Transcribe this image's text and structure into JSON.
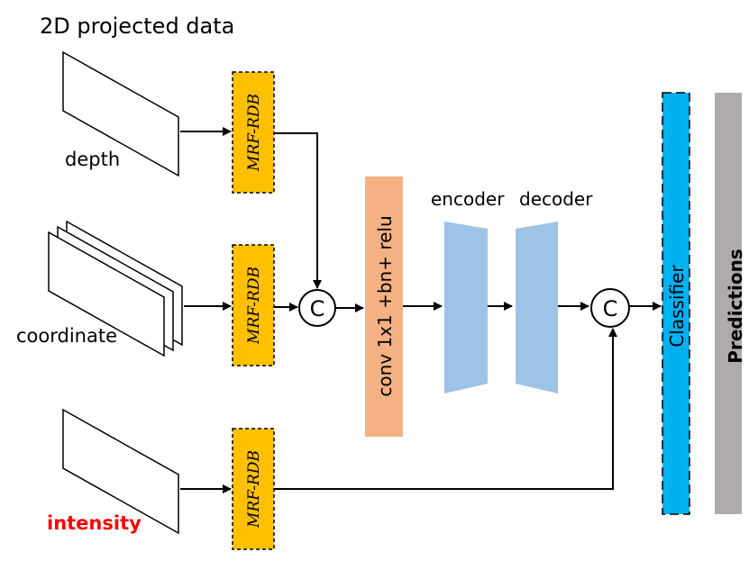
{
  "title": "2D projected data",
  "inputs": {
    "depth": "depth",
    "coordinate": "coordinate",
    "intensity": "intensity"
  },
  "block_label": "MRF-RDB",
  "concat_label": "C",
  "conv_label": "conv 1x1 +bn+ relu",
  "encoder_label": "encoder",
  "decoder_label": "decoder",
  "classifier_label": "Classifier",
  "predictions_label": "Predictions",
  "colors": {
    "mrf_fill": "#FFC000",
    "conv_fill": "#F4B183",
    "encdec_fill": "#9DC3E6",
    "classifier_fill": "#00B0F0",
    "predictions_fill": "#AFABAB",
    "intensity_text": "#FF0000"
  }
}
